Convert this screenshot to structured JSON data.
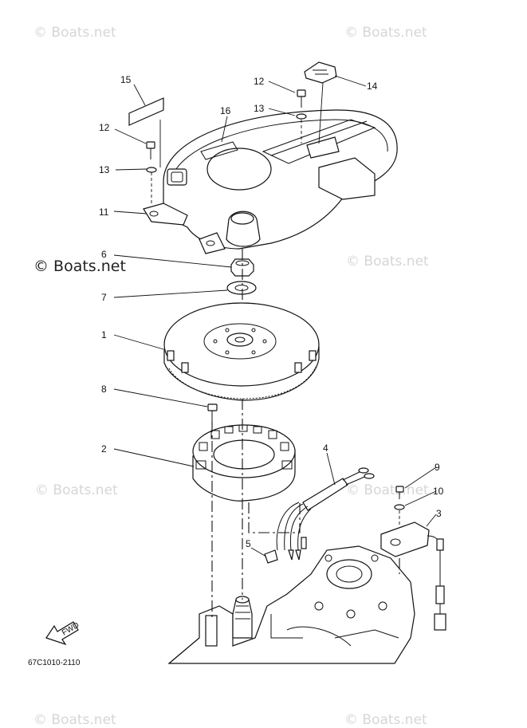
{
  "watermarks": [
    "© Boats.net",
    "© Boats.net",
    "© Boats.net",
    "© Boats.net",
    "© Boats.net",
    "© Boats.net",
    "© Boats.net",
    "© Boats.net"
  ],
  "watermark_strong": "© Boats.net",
  "callouts": {
    "c15": "15",
    "c16": "16",
    "c12a": "12",
    "c13a": "13",
    "c14": "14",
    "c12b": "12",
    "c13b": "13",
    "c11": "11",
    "c6": "6",
    "c7": "7",
    "c1": "1",
    "c8": "8",
    "c2": "2",
    "c4": "4",
    "c9": "9",
    "c10": "10",
    "c3": "3",
    "c5": "5"
  },
  "fwd_label": "FWD",
  "diagram_ref": "67C1010-2110",
  "colors": {
    "line": "#111111",
    "watermark": "#d6d6d6",
    "background": "#ffffff"
  }
}
